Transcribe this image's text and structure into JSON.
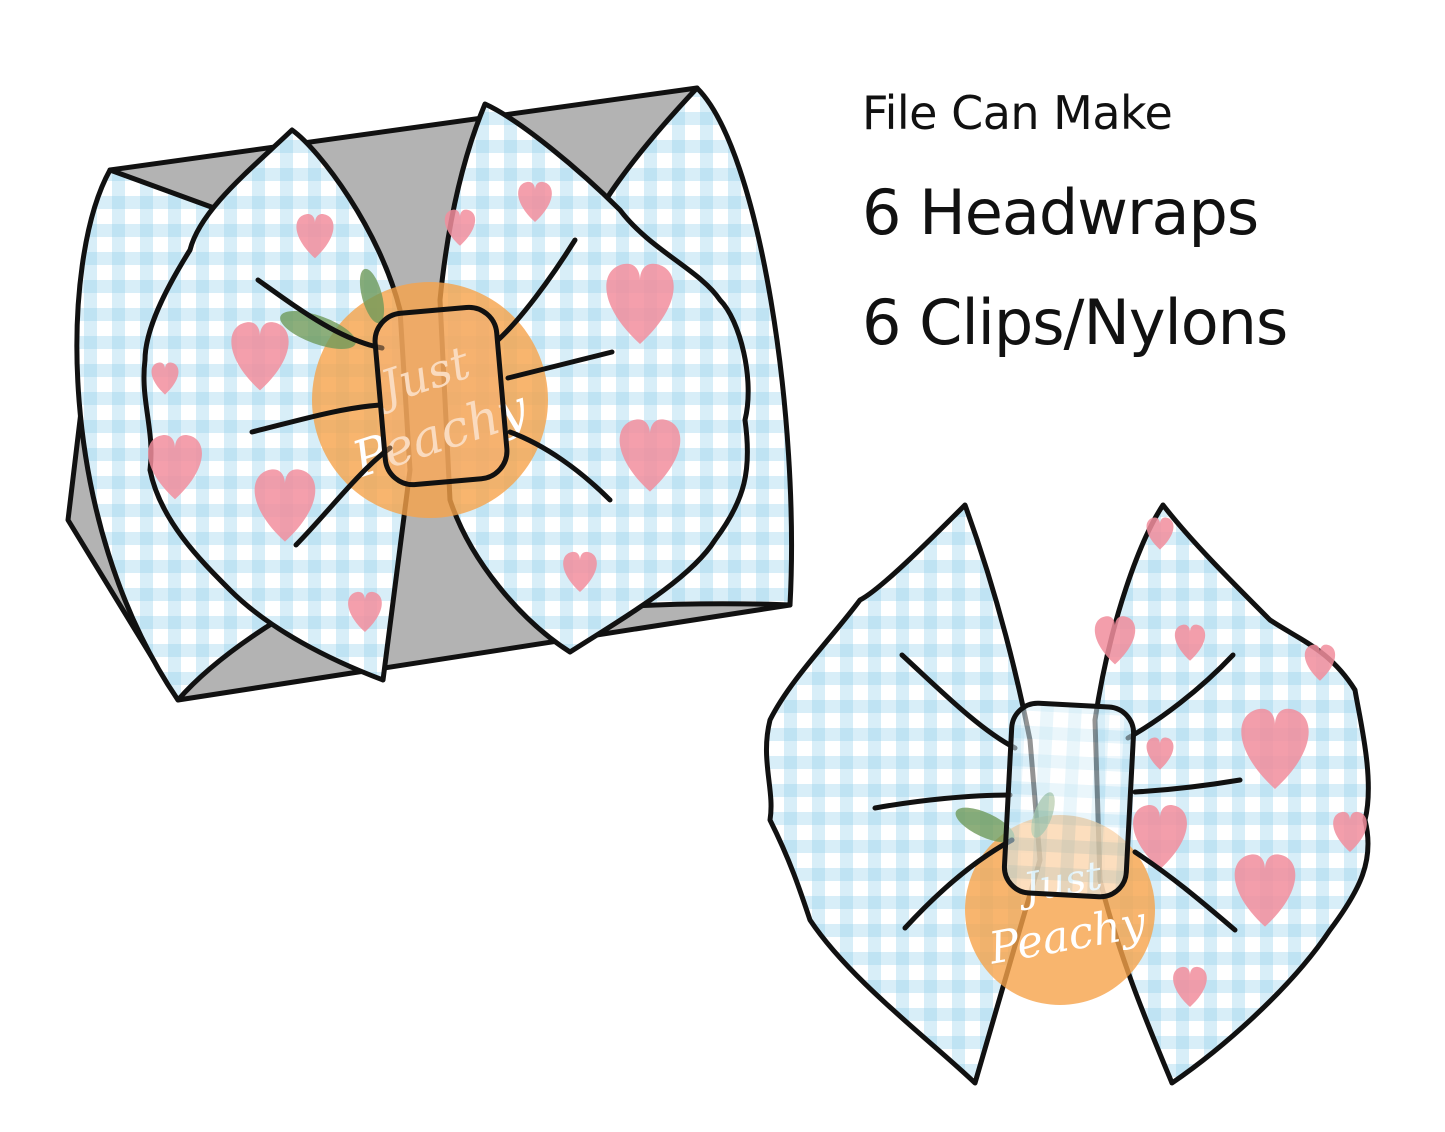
{
  "caption": {
    "heading": "File Can Make",
    "line1": "6 Headwraps",
    "line2": "6 Clips/Nylons"
  },
  "artwork": {
    "watermark_line1": "Just",
    "watermark_line2": "Peachy"
  },
  "colors": {
    "gingham": "#bfe3f3",
    "band_gray": "#b3b3b3",
    "outline": "#111111",
    "heart": "#f08a9a",
    "peach": "#f6a24a",
    "leaf": "#6f9a5a"
  }
}
